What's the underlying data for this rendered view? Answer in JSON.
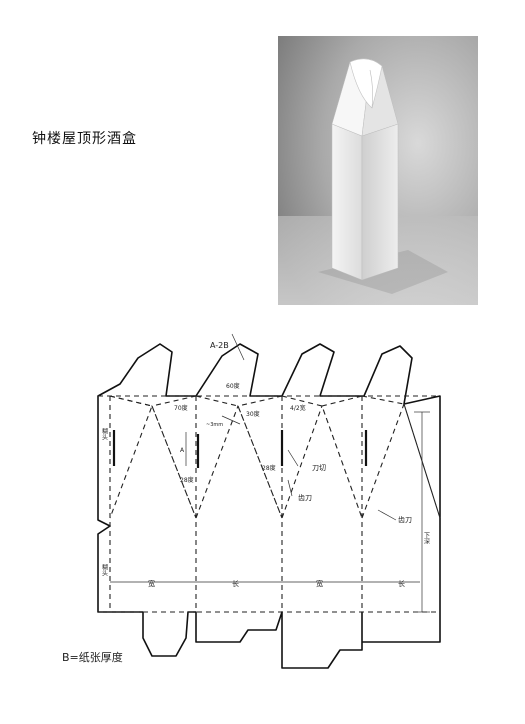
{
  "title": "钟楼屋顶形酒盒",
  "legend": "B=纸张厚度",
  "labels": {
    "a_minus_2b": "A-2B",
    "angle_60": "60度",
    "angle_70": "70度",
    "approx_3mm": "~3mm",
    "a": "A",
    "angle_28_left": "28度",
    "angle_28_right": "28度",
    "angle_30": "30度",
    "quarter_width": "4/2宽",
    "knife_cut": "刀切",
    "serrated_knife_1": "齿刀",
    "serrated_knife_2": "齿刀",
    "tuck_flap_top": "糊头",
    "tuck_flap_bottom": "糊头",
    "depth": "下深",
    "width_1": "宽",
    "length_1": "长",
    "width_2": "宽",
    "length_2": "长"
  },
  "colors": {
    "line": "#111111",
    "background": "#ffffff"
  }
}
